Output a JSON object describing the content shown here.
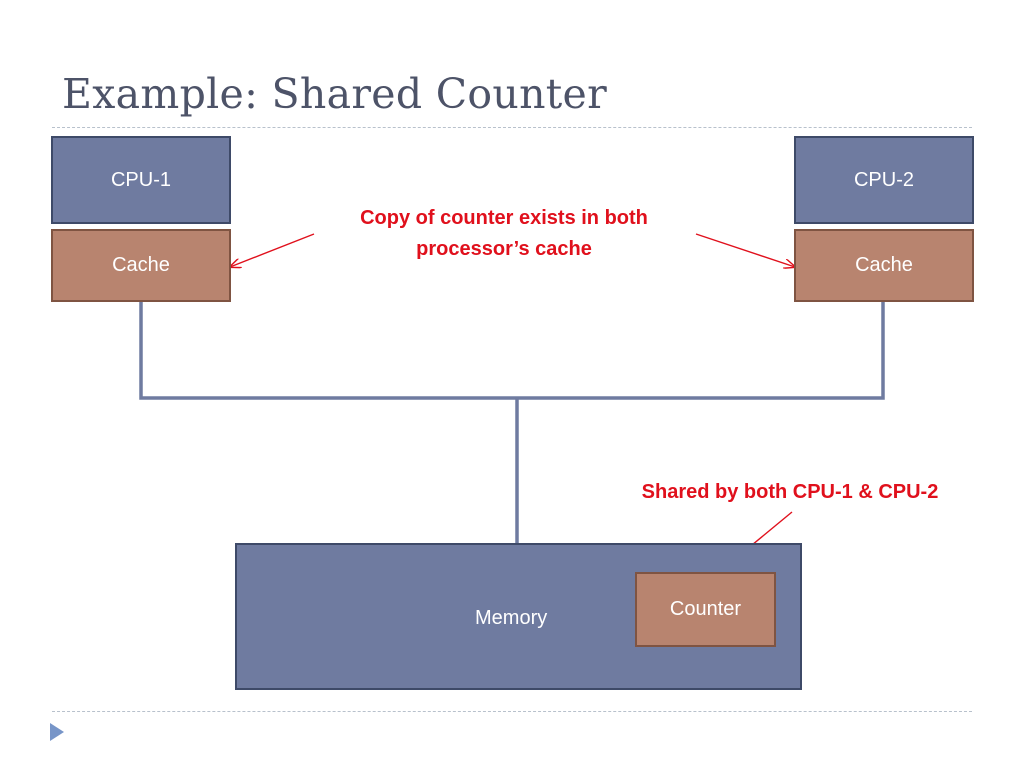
{
  "slide": {
    "title": "Example: Shared Counter"
  },
  "diagram": {
    "cpu1": {
      "label": "CPU-1",
      "cache_label": "Cache"
    },
    "cpu2": {
      "label": "CPU-2",
      "cache_label": "Cache"
    },
    "memory": {
      "label": "Memory",
      "counter_label": "Counter"
    },
    "annotations": {
      "cache_copy": "Copy of counter exists in both processor’s cache",
      "shared": "Shared by both CPU-1 & CPU-2"
    }
  },
  "colors": {
    "cpu_fill": "#6f7ba0",
    "cache_fill": "#b8846f",
    "wire": "#6f7ba0",
    "annotation": "#e0101c",
    "title": "#4d5368"
  },
  "icons": {
    "footer_bullet": "triangle-right-icon"
  }
}
